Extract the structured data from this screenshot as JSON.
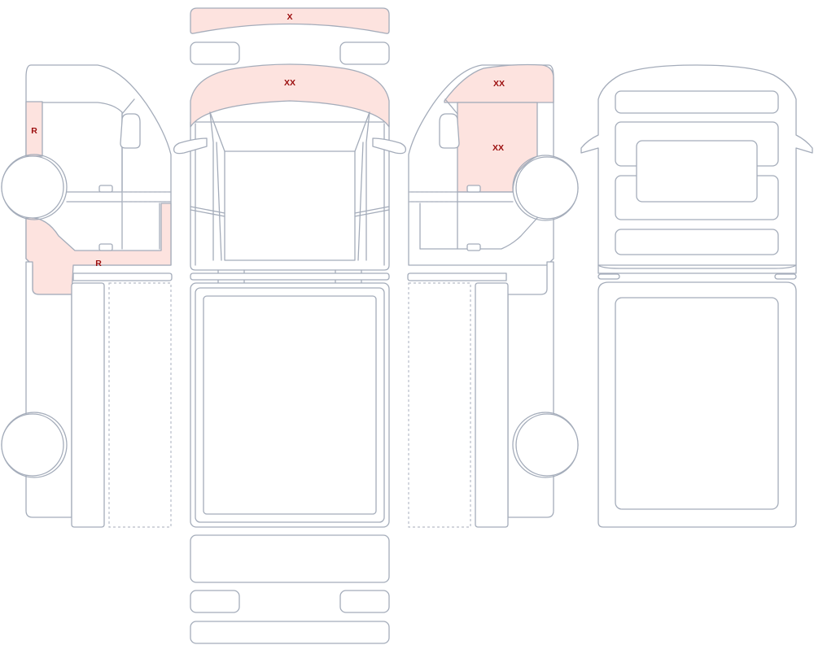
{
  "colors": {
    "outline": "#a4acba",
    "damage_fill": "#fde3df",
    "label_text": "#9b0d0d",
    "background": "#ffffff"
  },
  "views": {
    "left": {
      "zones": [
        {
          "id": "left-a-pillar",
          "label": "R",
          "highlighted": true
        },
        {
          "id": "left-rocker",
          "label": "R",
          "highlighted": true
        }
      ]
    },
    "top": {
      "zones": [
        {
          "id": "front-bumper",
          "label": "X",
          "highlighted": true
        },
        {
          "id": "hood",
          "label": "XX",
          "highlighted": true
        }
      ]
    },
    "right": {
      "zones": [
        {
          "id": "right-fender",
          "label": "XX",
          "highlighted": true
        },
        {
          "id": "right-front-door",
          "label": "XX",
          "highlighted": true
        }
      ]
    }
  }
}
